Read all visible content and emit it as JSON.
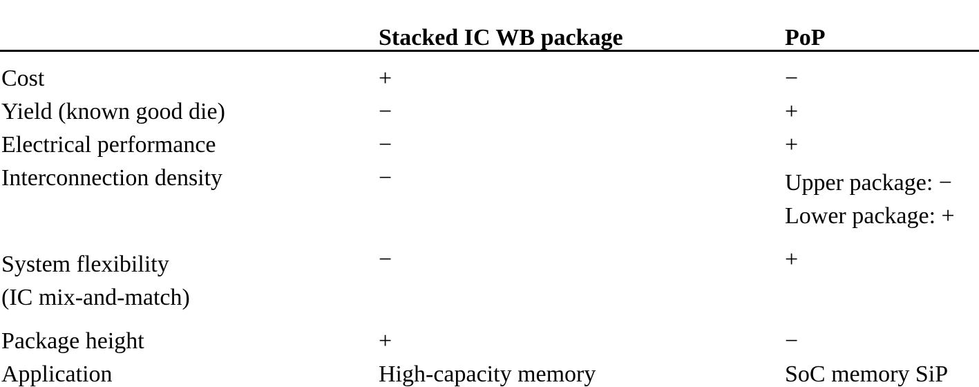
{
  "table": {
    "columns": [
      {
        "key": "attribute",
        "label": ""
      },
      {
        "key": "stacked",
        "label": "Stacked IC WB package"
      },
      {
        "key": "pop",
        "label": "PoP"
      }
    ],
    "rows": [
      {
        "attribute": "Cost",
        "attribute_line2": "",
        "stacked": "+",
        "pop": "−",
        "pop_line2": ""
      },
      {
        "attribute": "Yield (known good die)",
        "attribute_line2": "",
        "stacked": "−",
        "pop": "+",
        "pop_line2": ""
      },
      {
        "attribute": "Electrical performance",
        "attribute_line2": "",
        "stacked": "−",
        "pop": "+",
        "pop_line2": ""
      },
      {
        "attribute": "Interconnection density",
        "attribute_line2": "",
        "stacked": "−",
        "pop": "Upper package: −",
        "pop_line2": "Lower package: +"
      },
      {
        "attribute": "System flexibility",
        "attribute_line2": "(IC mix-and-match)",
        "stacked": "−",
        "pop": "+",
        "pop_line2": ""
      },
      {
        "attribute": "Package height",
        "attribute_line2": "",
        "stacked": "+",
        "pop": "−",
        "pop_line2": ""
      },
      {
        "attribute": "Application",
        "attribute_line2": "",
        "stacked": "High-capacity memory",
        "pop": "SoC memory SiP",
        "pop_line2": ""
      }
    ]
  },
  "style": {
    "text_color": "#000000",
    "background_color": "#ffffff",
    "rule_color": "#000000"
  }
}
